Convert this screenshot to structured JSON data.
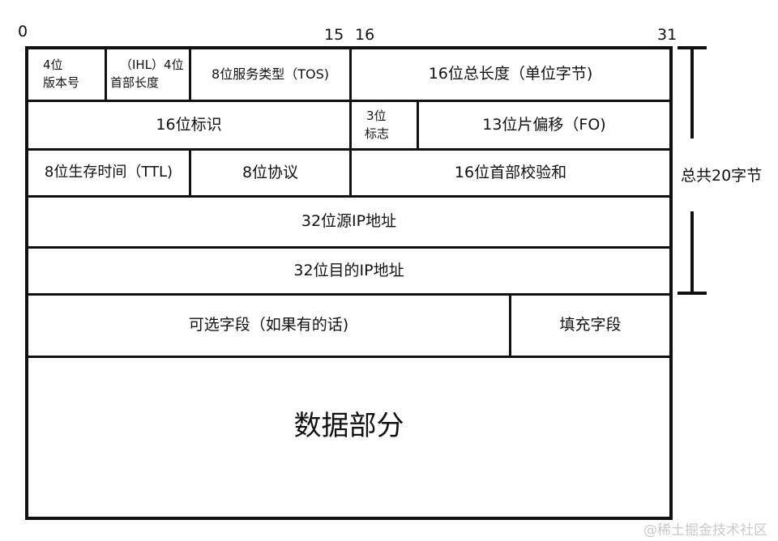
{
  "bit_labels": {
    "start": "0",
    "b15": "15",
    "b16": "16",
    "b31": "31"
  },
  "fields": {
    "version": {
      "line1": "4位",
      "line2": "版本号"
    },
    "ihl": {
      "line1": "（IHL）4位",
      "line2": "首部长度"
    },
    "tos": "8位服务类型（TOS)",
    "total_length": "16位总长度（单位字节)",
    "identification": "16位标识",
    "flags": {
      "line1": "3位",
      "line2": "标志"
    },
    "fragment_offset": "13位片偏移（FO)",
    "ttl": "8位生存时间（TTL)",
    "protocol": "8位协议",
    "checksum": "16位首部校验和",
    "src_ip": "32位源IP地址",
    "dst_ip": "32位目的IP地址",
    "options": "可选字段（如果有的话)",
    "padding": "填充字段",
    "data": "数据部分"
  },
  "header_size_note": "总共20字节",
  "watermark": "@稀土掘金技术社区"
}
